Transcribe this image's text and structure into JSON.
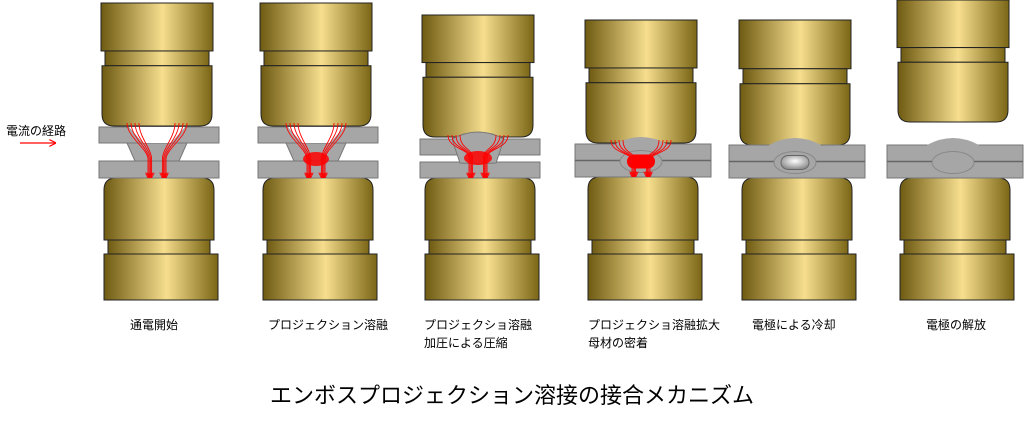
{
  "legend": {
    "label": "電流の経路",
    "color": "#ff0000"
  },
  "steps": [
    {
      "label_lines": [
        "通電開始"
      ]
    },
    {
      "label_lines": [
        "プロジェクション溶融"
      ]
    },
    {
      "label_lines": [
        "プロジェクショ溶融",
        "加圧による圧縮"
      ]
    },
    {
      "label_lines": [
        "プロジェクショ溶融拡大",
        "母材の密着"
      ]
    },
    {
      "label_lines": [
        "電極による冷却"
      ]
    },
    {
      "label_lines": [
        "電極の解放"
      ]
    }
  ],
  "title": "エンボスプロジェクション溶接の接合メカニズム",
  "colors": {
    "electrode_dark": "#6e5a12",
    "electrode_light": "#f6de8e",
    "sheet": "#a6a6a6",
    "nugget": "#ff0000"
  }
}
